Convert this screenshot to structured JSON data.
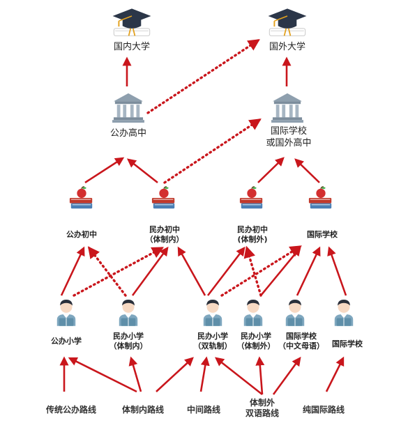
{
  "colors": {
    "arrow": "#c9161c",
    "cap": "#2b3648",
    "tassel": "#e3a11e",
    "building": "#8e9fae",
    "book_red": "#c0392b",
    "book_blue": "#4a7fb5",
    "apple": "#d32f2f",
    "student_shirt": "#7fa7bf",
    "student_hair": "#2a2f3a"
  },
  "nodes": {
    "domestic_university": "国内大学",
    "foreign_university": "国外大学",
    "public_high": "公办高中",
    "intl_high_line1": "国际学校",
    "intl_high_line2": "或国外高中",
    "public_middle": "公办初中",
    "private_middle_in_line1": "民办初中",
    "private_middle_in_line2": "（体制内）",
    "private_middle_out_line1": "民办初中",
    "private_middle_out_line2": "(体制外)",
    "intl_middle": "国际学校",
    "public_primary": "公办小学",
    "private_primary_in_line1": "民办小学",
    "private_primary_in_line2": "（体制内）",
    "private_primary_dual_line1": "民办小学",
    "private_primary_dual_line2": "（双轨制）",
    "private_primary_out_line1": "民办小学",
    "private_primary_out_line2": "（体制外）",
    "intl_primary_cn_line1": "国际学校",
    "intl_primary_cn_line2": "（中文母语）",
    "intl_primary": "国际学校"
  },
  "routes": {
    "traditional_public": "传统公办路线",
    "in_system": "体制内路线",
    "middle": "中间路线",
    "out_system_line1": "体制外",
    "out_system_line2": "双语路线",
    "pure_intl": "纯国际路线"
  }
}
